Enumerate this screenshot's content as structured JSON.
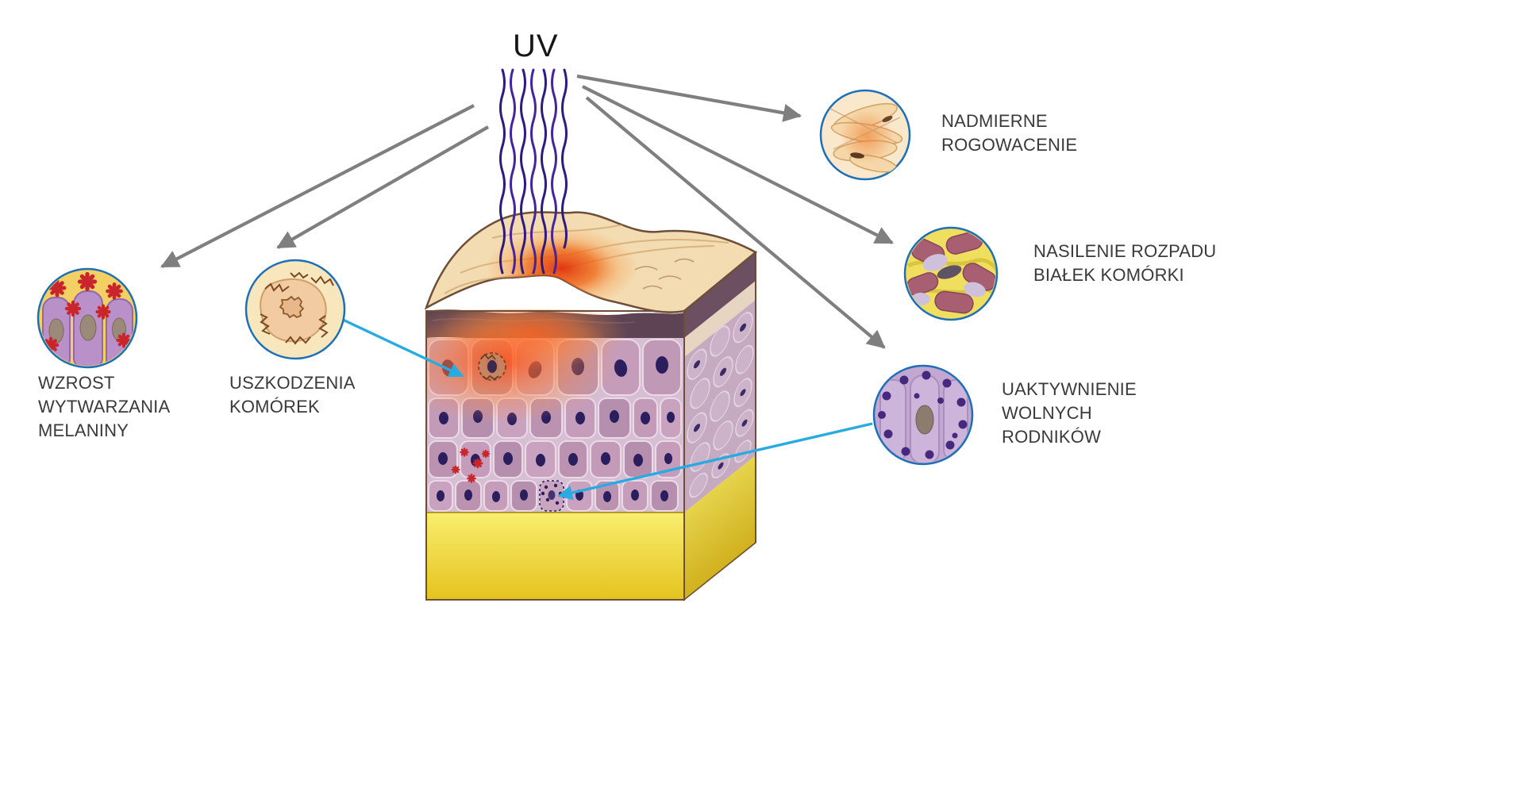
{
  "uv": {
    "label": "UV"
  },
  "callouts": {
    "melanin": {
      "label": "WZROST\nWYTWARZANIA\nMELANINY"
    },
    "damage": {
      "label": "USZKODZENIA\nKOMÓREK"
    },
    "keratosis": {
      "label": "NADMIERNE\nROGOWACENIE"
    },
    "protein": {
      "label": "NASILENIE ROZPADU\nBIAŁEK KOMÓRKI"
    },
    "radicals": {
      "label": "UAKTYWNIENIE\nWOLNYCH\nRODNIKÓW"
    }
  },
  "colors": {
    "arrow_gray": "#7f7f7f",
    "arrow_blue": "#29abe2",
    "uv_ray": "#331d85",
    "circle_border": "#1d70b8",
    "burn_red": "#e8380e",
    "epidermis_cell": "#c59cba",
    "cell_nucleus": "#2b1e5f",
    "fat_yellow": "#f2df3e",
    "melanin_red": "#c9252c",
    "label_text": "#3a3a3a"
  }
}
